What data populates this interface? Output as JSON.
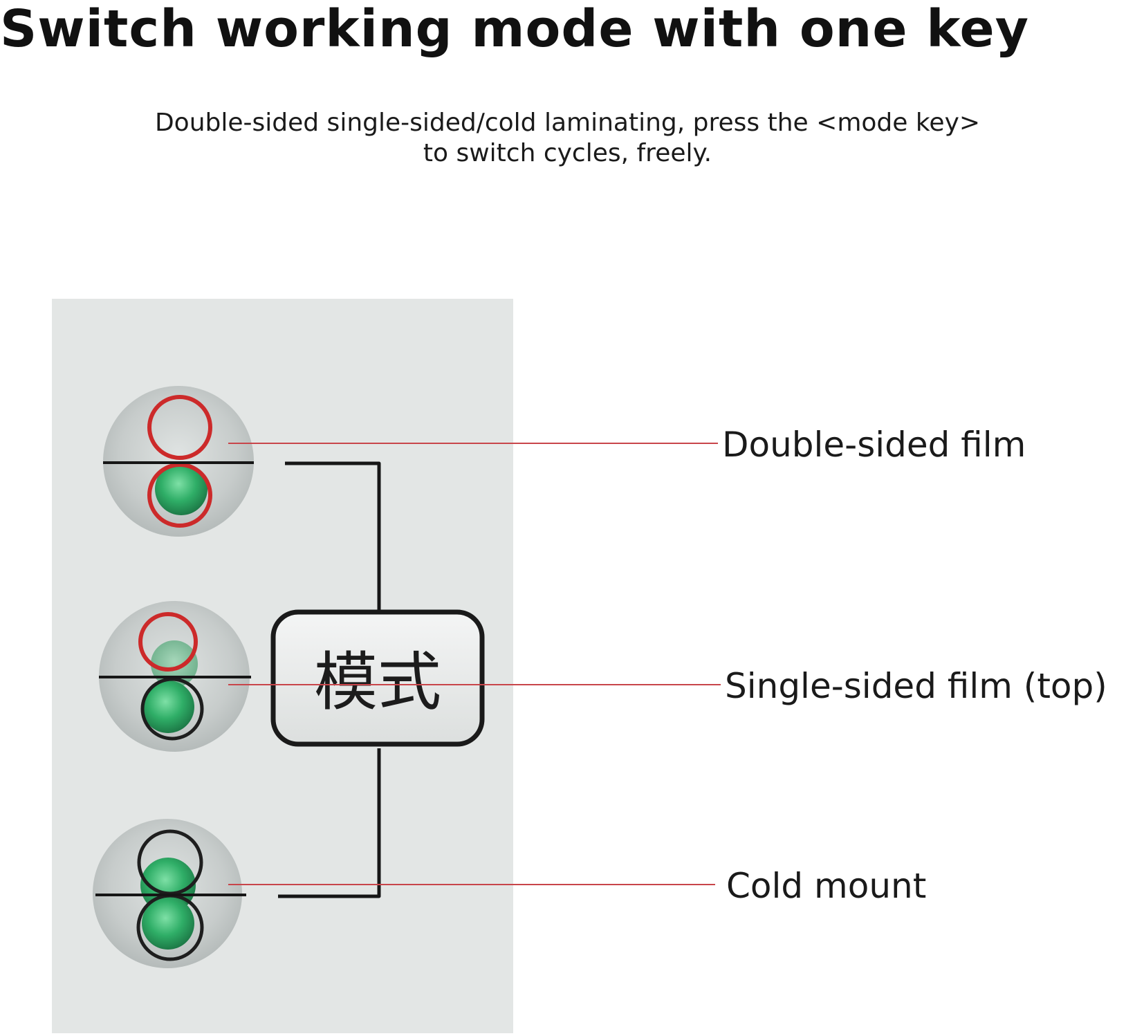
{
  "header": {
    "title": "Switch working mode with one key",
    "subtitle_line1": "Double-sided single-sided/cold laminating, press the <mode key>",
    "subtitle_line2": "to switch cycles, freely."
  },
  "panel": {
    "mode_key_label": "模式",
    "modes": [
      {
        "label": "Double-sided film",
        "top_ring": "red",
        "bottom_ring": "red"
      },
      {
        "label": "Single-sided film (top)",
        "top_ring": "red",
        "bottom_ring": "black"
      },
      {
        "label": "Cold mount",
        "top_ring": "black",
        "bottom_ring": "black"
      }
    ]
  },
  "colors": {
    "panel_bg": "#e3e6e5",
    "led_green": "#2fae67",
    "ring_red": "#cc2a2a",
    "ring_black": "#1e1e1e",
    "pointer_line": "#c8454a"
  }
}
